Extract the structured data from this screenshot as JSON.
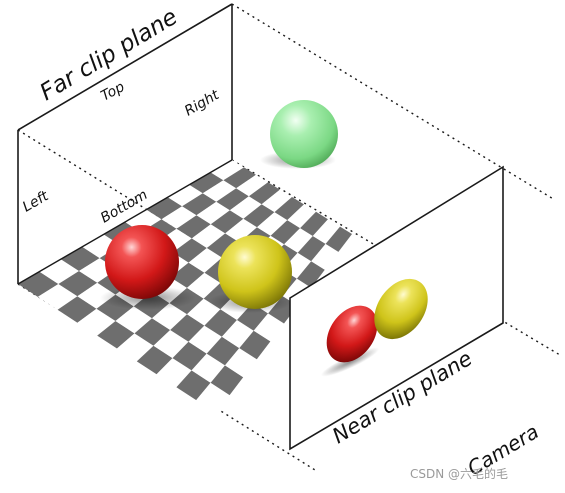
{
  "labels": {
    "far_clip_plane": "Far clip plane",
    "top": "Top",
    "right": "Right",
    "left": "Left",
    "bottom": "Bottom",
    "near_clip_plane": "Near clip plane",
    "camera": "Camera"
  },
  "watermark": "CSDN @六毛的毛",
  "colors": {
    "outline": "#1a1a1a",
    "checker_dark": "#6e6e6e",
    "checker_light": "#ffffff",
    "red_sphere": "#d42020",
    "yellow_sphere": "#d6cf1e",
    "green_sphere": "#84e08e"
  },
  "objects": [
    "far-clip-plane",
    "checkered-floor",
    "red-sphere",
    "yellow-sphere",
    "green-sphere",
    "near-clip-plane",
    "projected-red-sphere",
    "projected-yellow-sphere"
  ]
}
